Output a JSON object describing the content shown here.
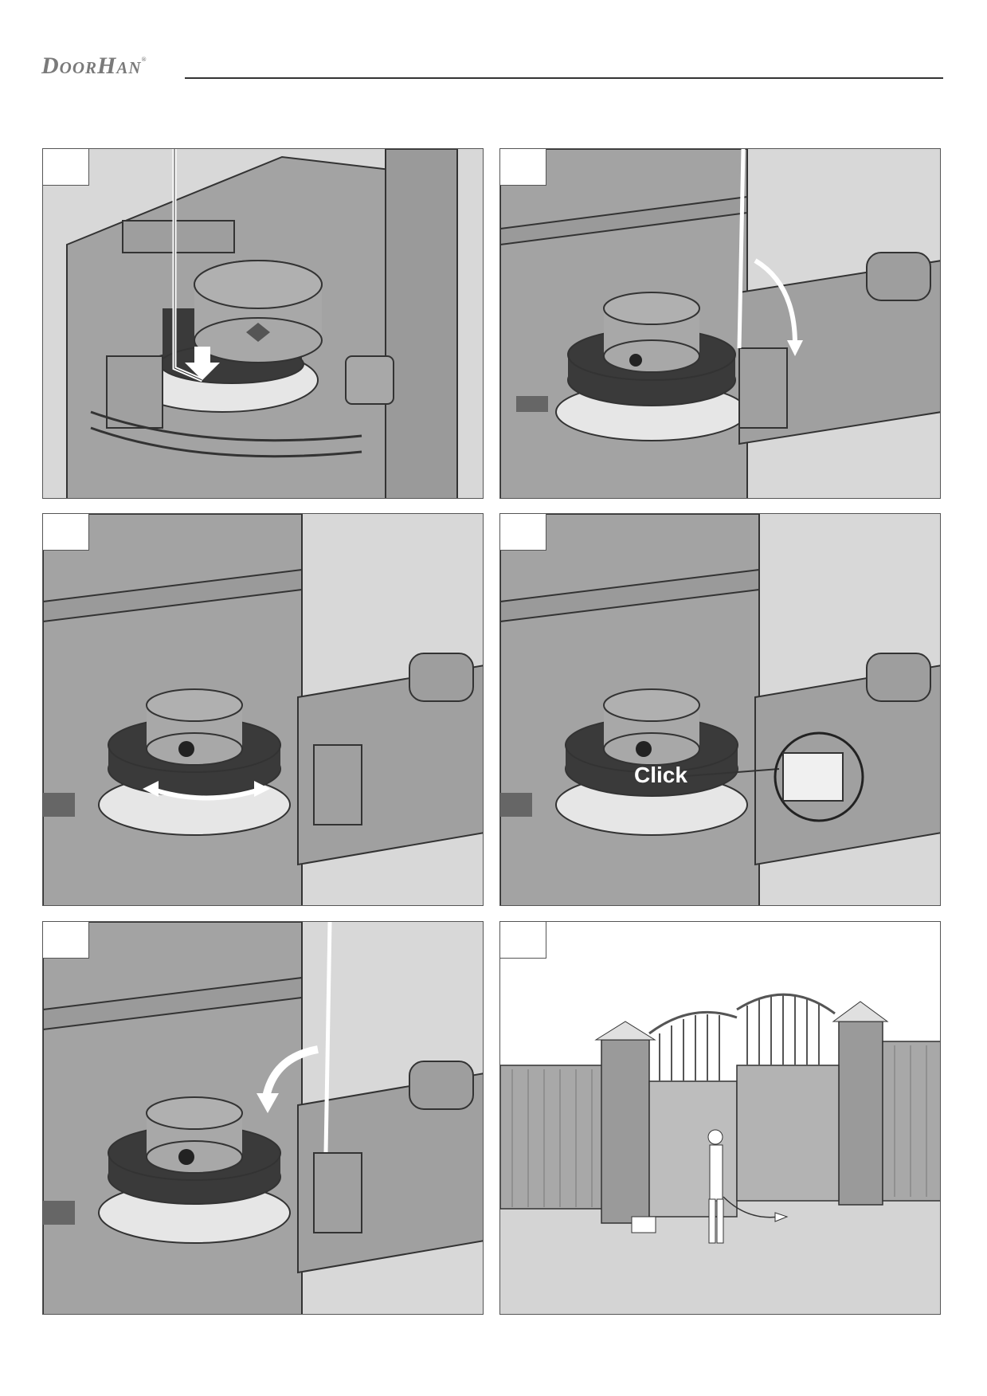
{
  "header": {
    "logo": "DoorHan",
    "logo_mark": "®"
  },
  "panels": [
    {
      "id": "1"
    },
    {
      "id": "2"
    },
    {
      "id": "3"
    },
    {
      "id": "4",
      "callout": "Click"
    },
    {
      "id": "5"
    },
    {
      "id": "6"
    }
  ],
  "colors": {
    "machine": "#9e9e9e",
    "dark_part": "#3a3a3a",
    "light_part": "#e6e6e6",
    "background": "#d8d8d8",
    "outline": "#333333"
  }
}
